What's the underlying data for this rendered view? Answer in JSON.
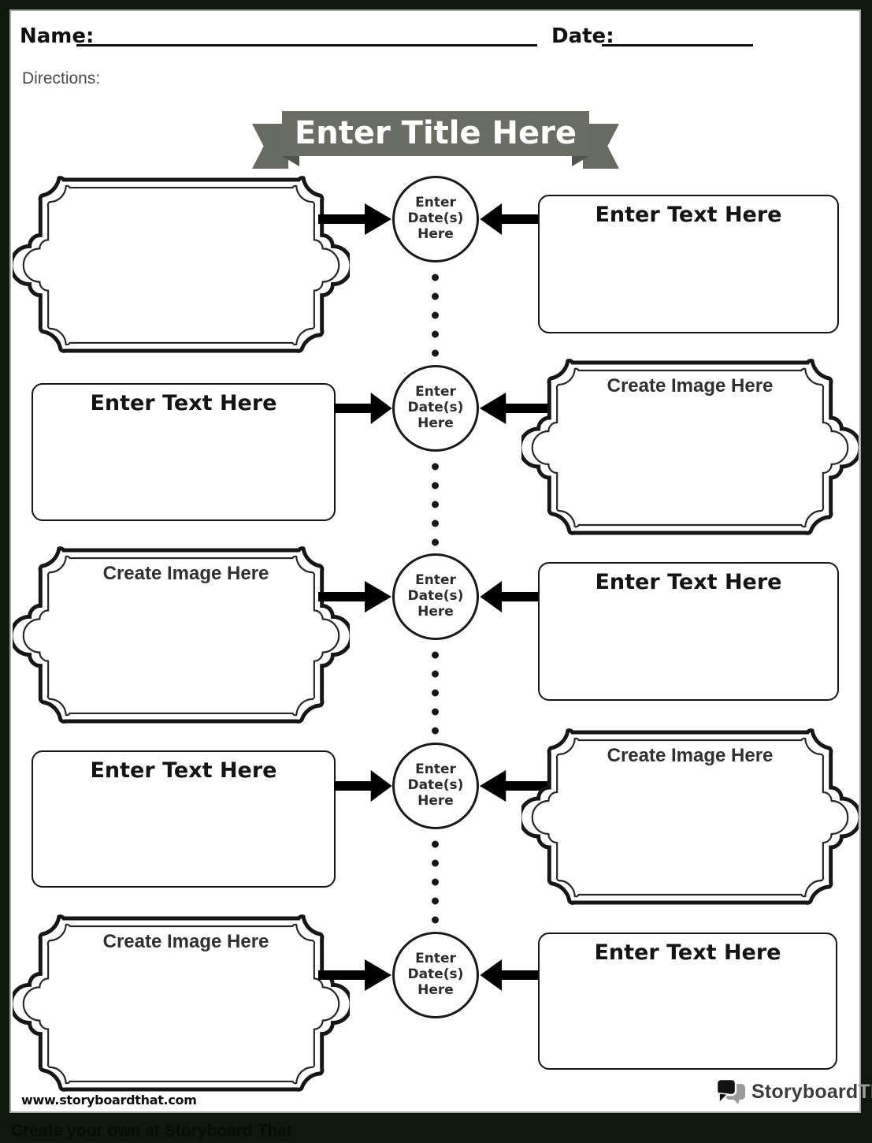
{
  "header": {
    "name_label": "Name:",
    "date_label": "Date:",
    "directions_label": "Directions:"
  },
  "banner": {
    "title": "Enter Title Here"
  },
  "timeline": {
    "date_circle_text": "Enter\nDate(s)\nHere",
    "rows": [
      {
        "left": {
          "type": "image_frame",
          "label": ""
        },
        "right": {
          "type": "text_box",
          "label": "Enter Text Here"
        }
      },
      {
        "left": {
          "type": "text_box",
          "label": "Enter Text Here"
        },
        "right": {
          "type": "image_frame",
          "label": "Create Image Here"
        }
      },
      {
        "left": {
          "type": "image_frame",
          "label": "Create Image Here"
        },
        "right": {
          "type": "text_box",
          "label": "Enter Text Here"
        }
      },
      {
        "left": {
          "type": "text_box",
          "label": "Enter Text Here"
        },
        "right": {
          "type": "image_frame",
          "label": "Create Image Here"
        }
      },
      {
        "left": {
          "type": "image_frame",
          "label": "Create Image Here"
        },
        "right": {
          "type": "text_box",
          "label": "Enter Text Here"
        }
      }
    ]
  },
  "footer": {
    "website": "www.storyboardthat.com",
    "logo_primary": "Storyboard",
    "logo_secondary": "That",
    "tagline": "Create your own at Storyboard That"
  },
  "colors": {
    "ribbon": "#6a6d63",
    "ribbon_fold": "#51544b",
    "ink": "#1a1a1a",
    "surround": "#0e180d"
  }
}
